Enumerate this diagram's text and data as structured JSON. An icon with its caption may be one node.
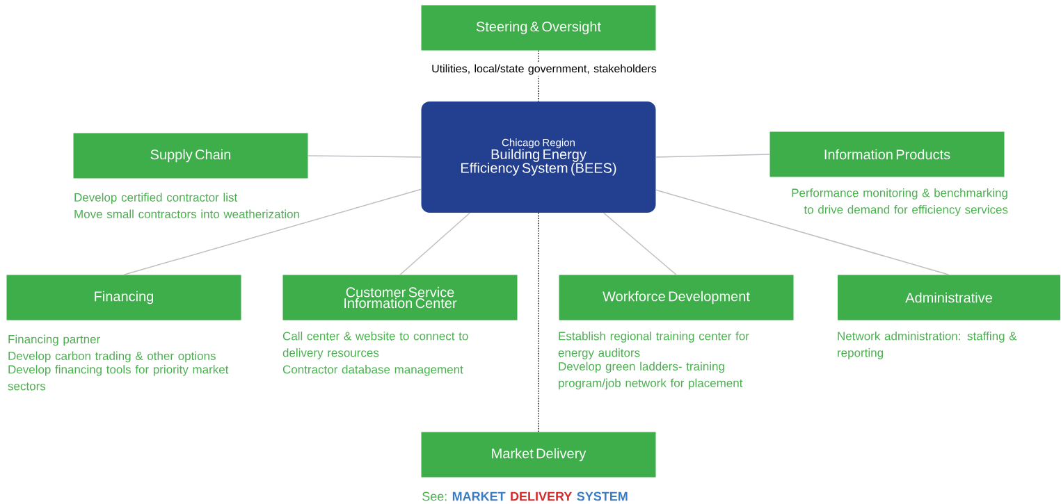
{
  "diagram": {
    "nodes": [
      {
        "text": [
          "Steering & Oversight"
        ],
        "beside": [
          "Utilities, local/state government, stakeholders"
        ]
      },
      {
        "text": [
          "Chicago Region",
          "Building Energy Efficiency System (BEES)"
        ]
      },
      {
        "text": [
          "Supply Chain"
        ],
        "beside": [
          "Develop certified contractor list",
          "Move small contractors into weatherization"
        ]
      },
      {
        "text": [
          "Information Products"
        ],
        "beside": [
          "Performance monitoring & benchmarking to drive demand for efficiency services"
        ]
      },
      {
        "text": [
          "Financing"
        ],
        "beside": [
          "Financing partner",
          "Develop carbon trading & other options",
          "Develop financing tools for priority market sectors"
        ]
      },
      {
        "text": [
          "Customer Service Information Center"
        ],
        "beside": [
          "Call center & website to connect to delivery resources",
          "Contractor database management"
        ]
      },
      {
        "text": [
          "Workforce Development"
        ],
        "beside": [
          "Establish regional training center for energy auditors",
          "Develop green ladders- training program/job network for placement"
        ]
      },
      {
        "text": [
          "Administrative"
        ],
        "beside": [
          "Network administration: staffing & reporting"
        ]
      },
      {
        "text": [
          "Market Delivery"
        ],
        "beside": [
          "See:",
          "MARKET",
          "DELIVERY",
          "SYSTEM"
        ]
      }
    ],
    "edges": [
      {
        "from": 0,
        "to": 1,
        "arrow": "none",
        "style": "dashed",
        "color": "#222222"
      },
      {
        "from": 1,
        "to": 2,
        "arrow": "none"
      },
      {
        "from": 1,
        "to": 3,
        "arrow": "none"
      },
      {
        "from": 1,
        "to": 4,
        "arrow": "none"
      },
      {
        "from": 1,
        "to": 5,
        "arrow": "none"
      },
      {
        "from": 1,
        "to": 6,
        "arrow": "none"
      },
      {
        "from": 1,
        "to": 7,
        "arrow": "none"
      },
      {
        "from": 1,
        "to": 8,
        "arrow": "none",
        "style": "dashed",
        "color": "#222222"
      }
    ]
  }
}
